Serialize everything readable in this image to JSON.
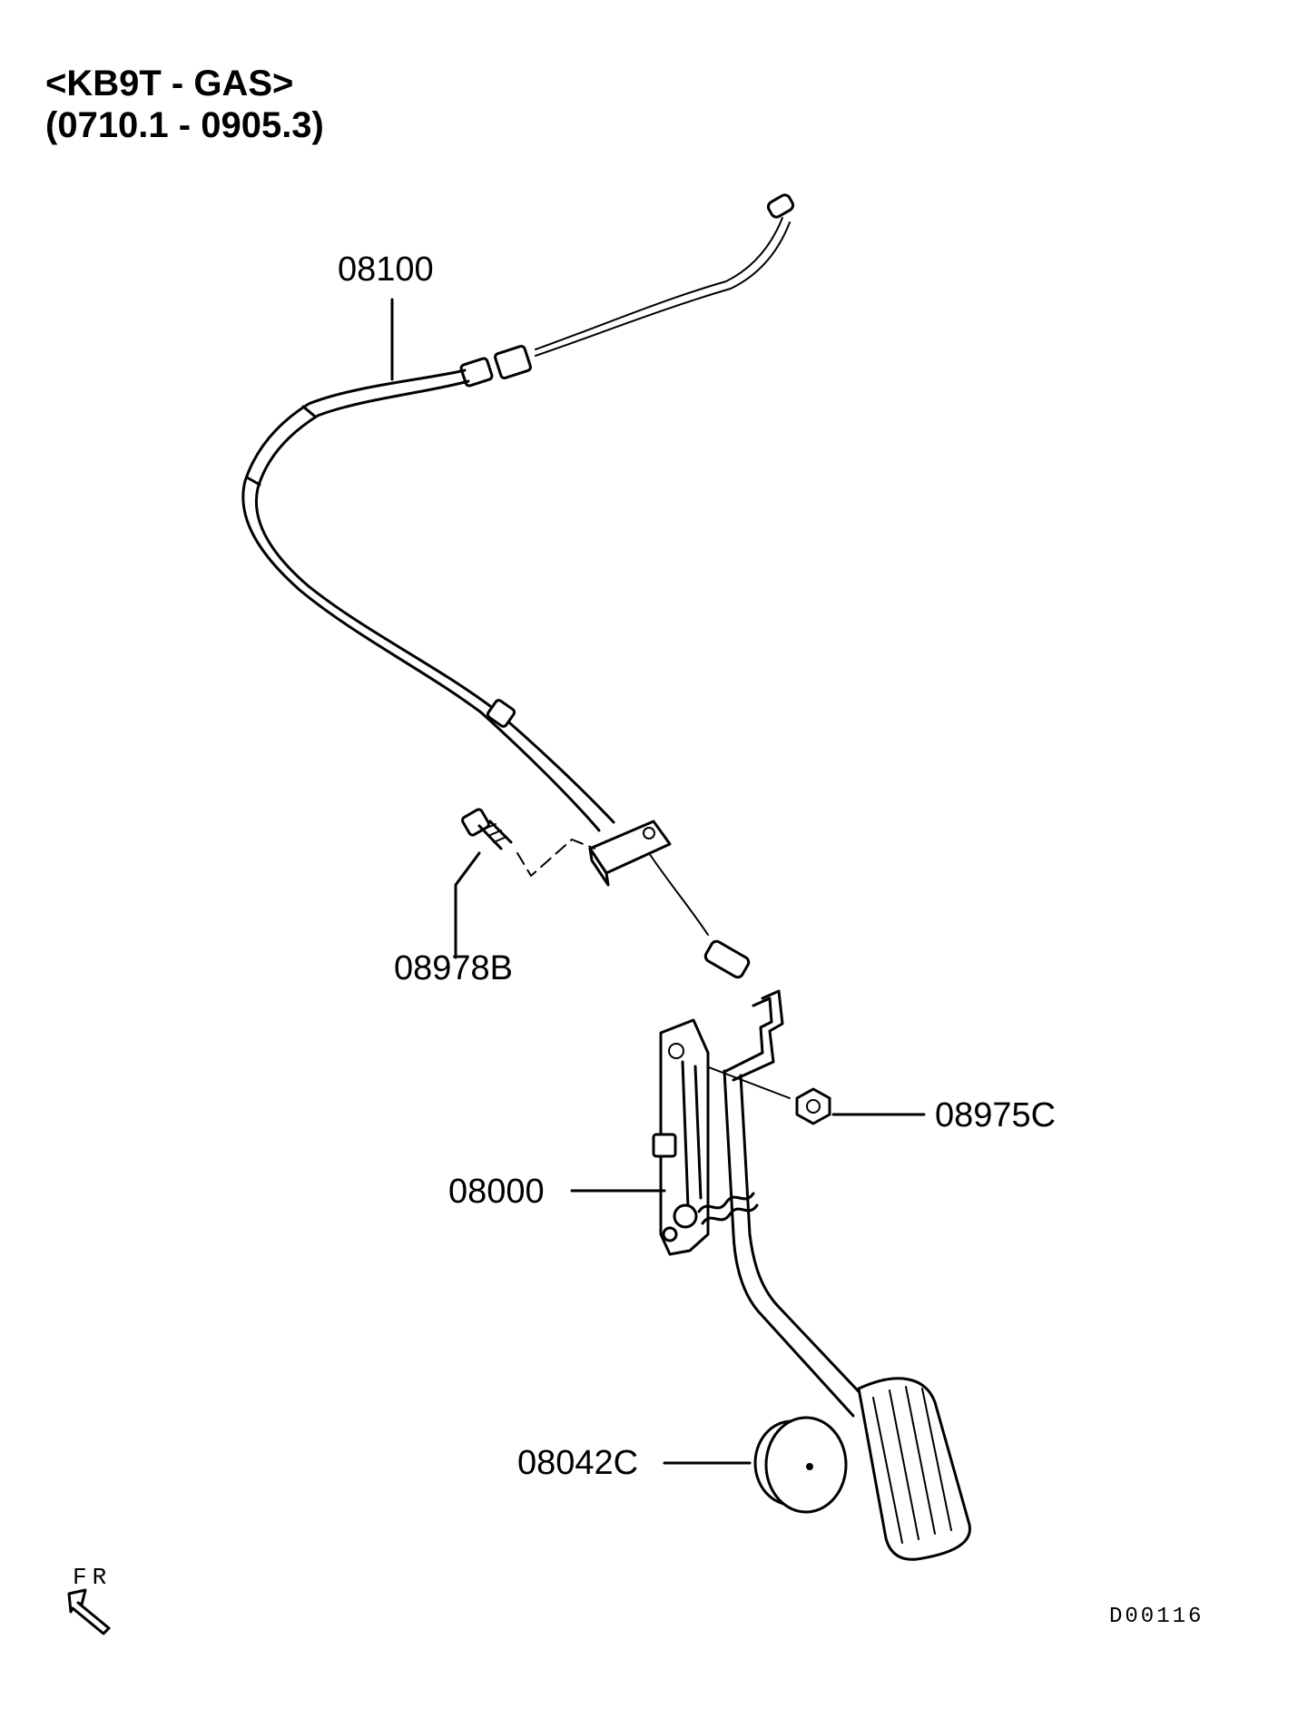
{
  "header": {
    "model": "<KB9T - GAS>",
    "date_range": "(0710.1 - 0905.3)"
  },
  "callouts": {
    "cable": "08100",
    "bolt": "08978B",
    "nut": "08975C",
    "pedal": "08000",
    "stopper": "08042C"
  },
  "orientation": {
    "label": "FR"
  },
  "diagram_code": "D00116"
}
